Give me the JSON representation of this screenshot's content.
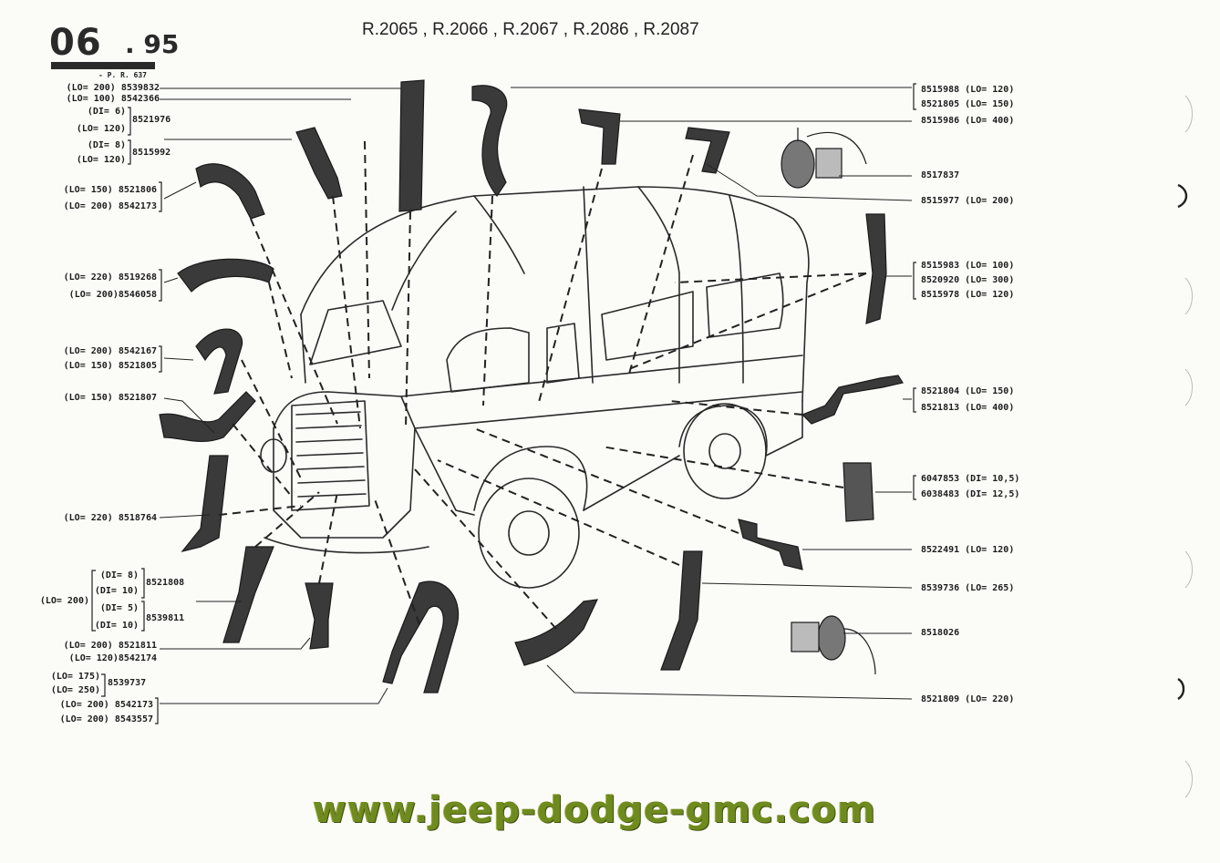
{
  "header": {
    "code_main": "06",
    "code_sub": ". 95",
    "pr_ref": "- P. R. 637",
    "models": "R.2065 , R.2066 , R.2067 , R.2086 , R.2087"
  },
  "left_labels": [
    "(LO= 200) 8539832",
    "(LO= 100) 8542366",
    "(DI= 6)",
    "(LO= 120)",
    "8521976",
    "(DI= 8)",
    "(LO= 120)",
    "8515992",
    "(LO= 150) 8521806",
    "(LO= 200) 8542173",
    "(LO= 220) 8519268",
    "(LO= 200)8546058",
    "(LO= 200) 8542167",
    "(LO= 150) 8521805",
    "(LO= 150) 8521807",
    "(LO= 220) 8518764",
    "(DI= 8)",
    "(DI= 10)",
    "8521808",
    "(LO= 200)",
    "(DI= 5)",
    "(DI= 10)",
    "8539811",
    "(LO= 200) 8521811",
    "(LO= 120)8542174",
    "(LO= 175)",
    "(LO= 250)",
    "8539737",
    "(LO= 200)  8542173",
    "(LO= 200) 8543557"
  ],
  "right_labels": [
    "8515988 (LO= 120)",
    "8521805 (LO= 150)",
    "8515986 (LO= 400)",
    "8517837",
    "8515977 (LO= 200)",
    "8515983 (LO= 100)",
    "8520920 (LO= 300)",
    "8515978 (LO= 120)",
    "8521804 (LO= 150)",
    "8521813 (LO= 400)",
    "6047853 (DI= 10,5)",
    "6038483 (DI= 12,5)",
    "8522491 (LO= 120)",
    "8539736 (LO= 265)",
    "8518026",
    "8521809 (LO= 220)"
  ],
  "footer": {
    "website": "www.jeep-dodge-gmc.com"
  },
  "colors": {
    "ink": "#1c1c1c",
    "paper": "#fbfbf8",
    "website": "#6f8a1e"
  }
}
